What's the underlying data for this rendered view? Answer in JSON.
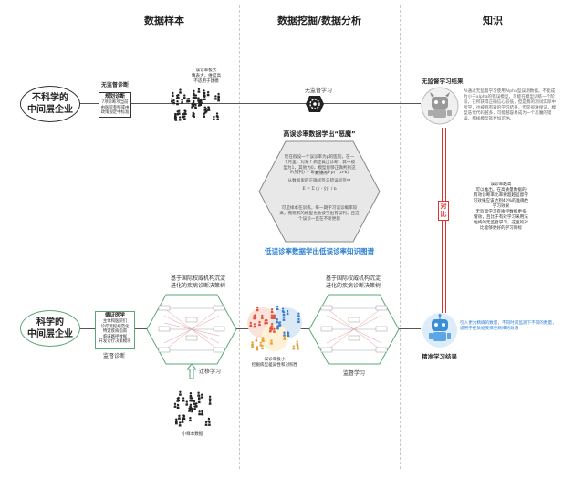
{
  "headers": {
    "col1": "数据样本",
    "col2": "数据挖掘/数据分析",
    "col3": "知识"
  },
  "top_row": {
    "ellipse_label": "不科学的\n中间层企业",
    "unsupervised_diag_label": "无监督诊断",
    "box_title": "规划诊断",
    "box_text": "7项诊断项当前\n由医院参照或由\n政策规定中标准",
    "crowd_note": "误诊率极大\n填表大，维度高\n不适用于建模",
    "unsupervised_learning_label": "无监督学习",
    "result_title": "无监督学习结果",
    "result_desc": "AI通过无监督学习使用Alpha型误测数据。不能成为小于alpha的错误模型，可能在模型训练一个阶段，它所获得正确信心较低，但是我的测试实际中所学，也被称有效的学习结果，但是很难保证，模型迭代代码越多，可能越容易成为一个恶魔的错误，那样模型就更加可怕。"
  },
  "middle": {
    "title": "高误诊率数据学出“恶魔”",
    "hex_text_1": "现在假设一个误诊率为p的医院，在一个月里，对某个病症做出诊断，其中模型为1，其他为0，模型能够正确判别这个数据点",
    "hex_formula_1": "P(错判) = Σ p^k (1-p)^(n-k)",
    "hex_text_2": "从数据里的正确标签与错误标签中",
    "hex_formula_2": "E = Σ (y - ŷ)² / n",
    "hex_text_3": "可是样本在训练，每一期学习误诊概率较高，而现有的模型也会被学出有误判，且这个误诊一直在不断更新",
    "highlight": "低误诊率数据学出低误诊率知识图谱",
    "compare_label": "对比",
    "compare_desc": "误诊率越高\n可以推出，在高质量数据的\n有效诊断率比率要超越监督学\n习效果应该达到40%的准确性\n学习效果\n无监督学习有质控数据更多\n增效，且比于有效学习采用法\n始终的无监督学习，这里的对\n比能够更好的学习目标",
    "compare_title": "误诊率越高",
    "compare_subtitle": "学习效果"
  },
  "bottom_row": {
    "ellipse_label": "科学的\n中间层企业",
    "box_title": "循证医学",
    "box_text": "主体和医院们\n诊疗流程规范化\n特定疾病指南\n临床路径数据\n开发诊疗决策模块",
    "supervised_diag_label": "监督诊断",
    "hex1_title": "基于国际权威机构沉淀\n进化的疾病诊断决策树",
    "transfer_label": "迁移学习",
    "crowd_bottom_label": "小样本数据",
    "cluster_note": "误诊率极小\n挖掘病型差异性和对照性",
    "hex2_title": "基于国际权威机构沉淀\n进化的疾病诊断决策树",
    "supervised_learning_label": "监督学习",
    "result_title": "精准学习结果",
    "result_desc": "引入更为精确的数量，不同时间监测下不同的数量，适用于在数据支撑更精细的数值"
  },
  "colors": {
    "green": "#5aa878",
    "red": "#d33333",
    "blue": "#2d7fd3",
    "gear": "#222222",
    "hex_bg": "#e8e8e8"
  }
}
